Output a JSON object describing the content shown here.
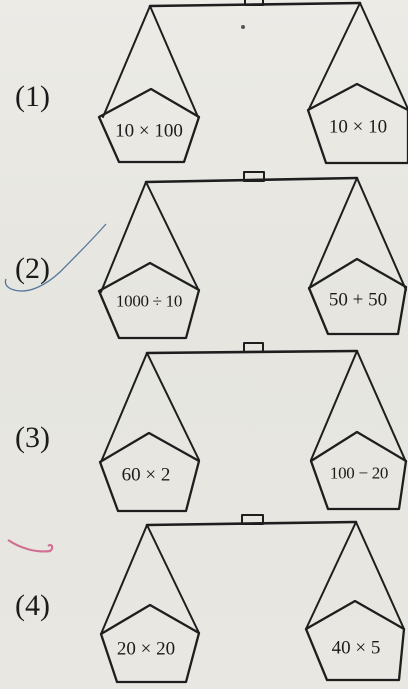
{
  "problems": [
    {
      "number": "(1)",
      "left_expression": "10 × 100",
      "right_expression": "10 × 10"
    },
    {
      "number": "(2)",
      "left_expression": "1000 ÷ 10",
      "right_expression": "50 + 50"
    },
    {
      "number": "(3)",
      "left_expression": "60 × 2",
      "right_expression": "100 − 20"
    },
    {
      "number": "(4)",
      "left_expression": "20 × 20",
      "right_expression": "40 × 5"
    }
  ],
  "colors": {
    "paper": "#e9e8e3",
    "ink": "#1e1e1e",
    "pencil_mark": "#2f5d8a",
    "pink_mark": "#c9477a"
  }
}
